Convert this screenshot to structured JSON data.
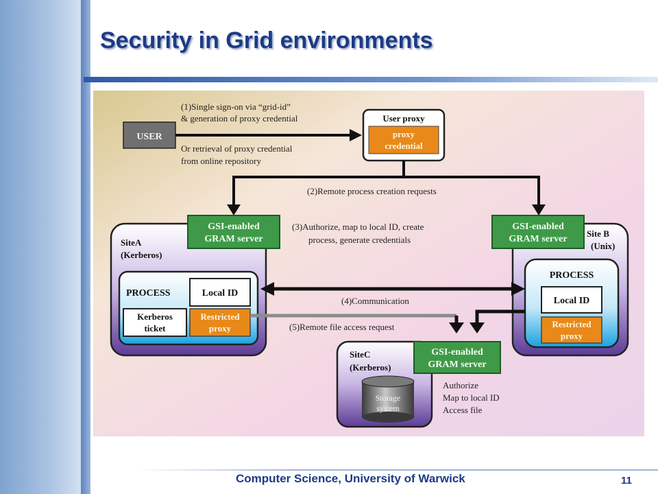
{
  "slide": {
    "title": "Security in Grid environments",
    "footer": "Computer Science, University of Warwick",
    "page_number": "11"
  },
  "diagram": {
    "user_label": "USER",
    "user_proxy_title": "User proxy",
    "proxy_credential_line1": "proxy",
    "proxy_credential_line2": "credential",
    "step1_line1": "(1)Single sign-on via “grid-id”",
    "step1_line2": "& generation of proxy credential",
    "step1_alt_line1": "Or retrieval of proxy credential",
    "step1_alt_line2": "from online repository",
    "step2": "(2)Remote process creation requests",
    "step3_line1": "(3)Authorize, map to local ID, create",
    "step3_line2": "process, generate credentials",
    "step4": "(4)Communication",
    "step5": "(5)Remote file access request",
    "gram_line1": "GSI-enabled",
    "gram_line2": "GRAM server",
    "site_a_line1": "SiteA",
    "site_a_line2": "(Kerberos)",
    "site_b_line1": "Site B",
    "site_b_line2": "(Unix)",
    "site_c_line1": "SiteC",
    "site_c_line2": "(Kerberos)",
    "process_label": "PROCESS",
    "local_id": "Local ID",
    "kerberos_ticket_line1": "Kerberos",
    "kerberos_ticket_line2": "ticket",
    "restricted_proxy_line1": "Restricted",
    "restricted_proxy_line2": "proxy",
    "storage_line1": "Storage",
    "storage_line2": "system",
    "site_c_action1": "Authorize",
    "site_c_action2": "Map to local ID",
    "site_c_action3": "Access file"
  },
  "colors": {
    "title": "#1d3a84",
    "gram_server": "#3e9a48",
    "proxy_orange": "#e8891a",
    "site_purple": "#6a4a9a",
    "process_blue": "#2ea6dc",
    "user_box": "#707070"
  }
}
